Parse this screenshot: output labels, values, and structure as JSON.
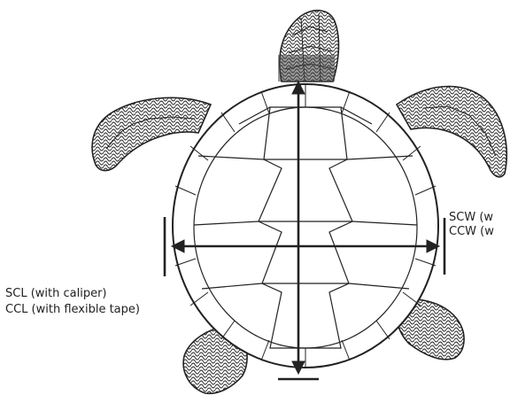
{
  "labels": {
    "width_straight": "SCW (w",
    "width_curved": "CCW (w",
    "length_straight": "SCL (with caliper)",
    "length_curved": "CCL (with flexible tape)"
  },
  "colors": {
    "ink": "#222222",
    "background": "#ffffff"
  }
}
